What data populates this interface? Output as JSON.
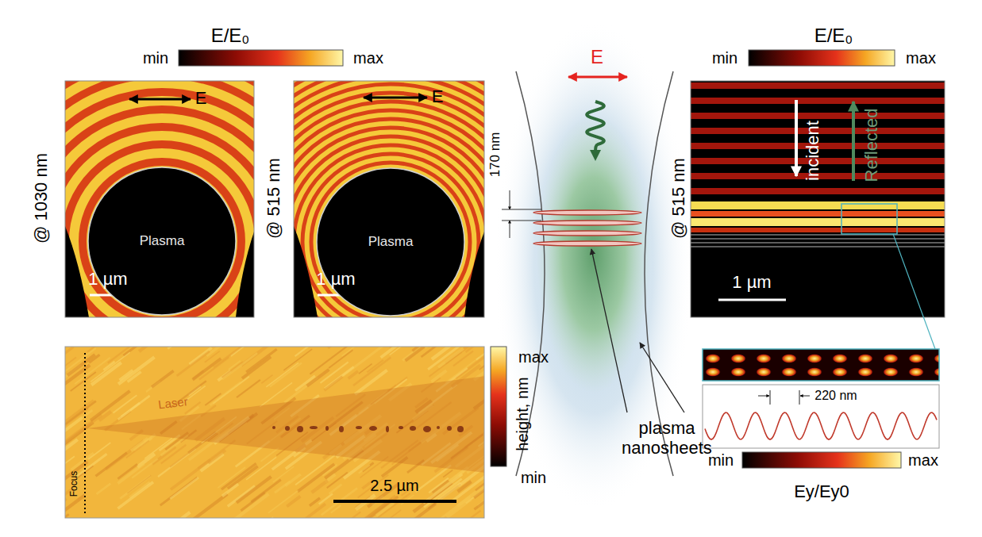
{
  "diagram": {
    "nodes": [
      {
        "text": [
          "Plasma"
        ]
      },
      {
        "text": [
          "Plasma"
        ]
      }
    ],
    "labels": [
      "E/E₀",
      "min",
      "max",
      "E",
      "@ 1030 nm",
      "1 µm",
      "E",
      "@ 515 nm",
      "1 µm",
      "E",
      "170 nm",
      "plasma nanosheets",
      "E/E₀",
      "min",
      "max",
      "@ 515 nm",
      "incident",
      "Reflected",
      "1 µm",
      "220 nm",
      "min",
      "max",
      "Ey/Ey0",
      "Laser",
      "Focus",
      "2.5 µm",
      "max",
      "height, nm",
      "min"
    ]
  }
}
